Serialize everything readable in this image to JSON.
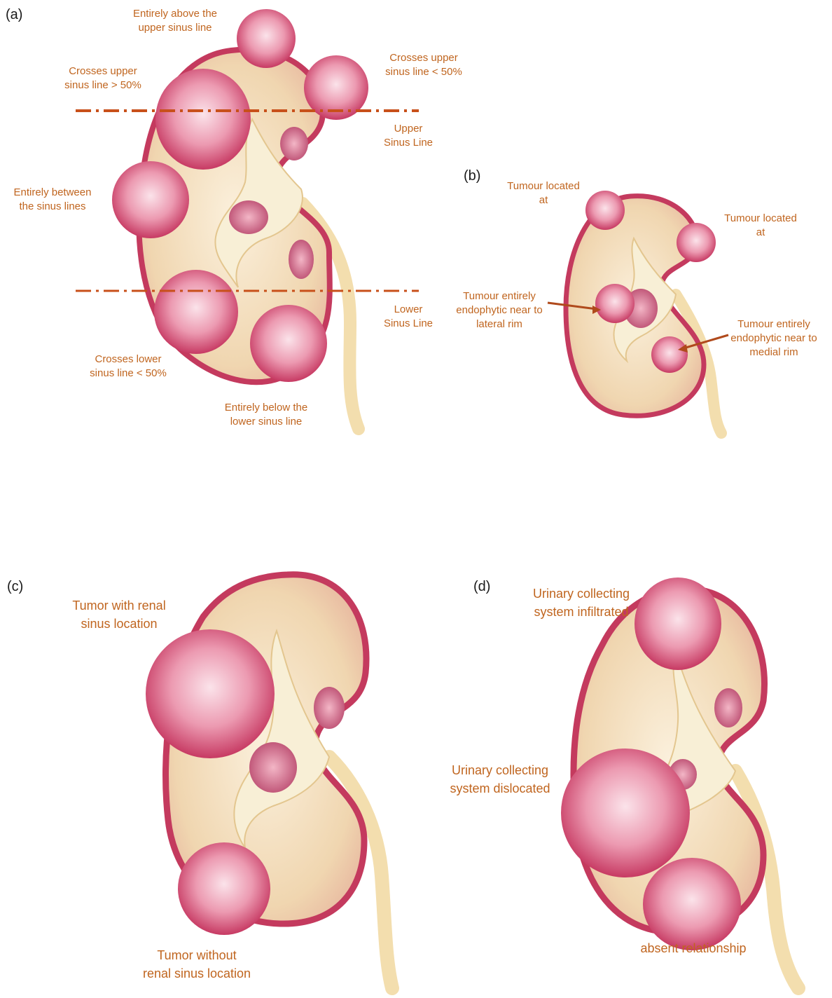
{
  "panels": {
    "a": {
      "letter": "(a)",
      "labels": {
        "above_upper": [
          "Entirely above the",
          "upper sinus line"
        ],
        "crosses_upper_gt": [
          "Crosses upper",
          "sinus line > 50%"
        ],
        "crosses_upper_lt": [
          "Crosses upper",
          "sinus line < 50%"
        ],
        "upper_line": [
          "Upper",
          "Sinus Line"
        ],
        "between": [
          "Entirely between",
          "the sinus lines"
        ],
        "lower_line": [
          "Lower",
          "Sinus Line"
        ],
        "crosses_lower": [
          "Crosses lower",
          "sinus line < 50%"
        ],
        "below_lower": [
          "Entirely below the",
          "lower sinus line"
        ]
      }
    },
    "b": {
      "letter": "(b)",
      "labels": {
        "tumour_at_left": [
          "Tumour located",
          "at"
        ],
        "tumour_at_right": [
          "Tumour located",
          "at"
        ],
        "endophytic_lateral": [
          "Tumour entirely",
          "endophytic near to",
          "lateral rim"
        ],
        "endophytic_medial": [
          "Tumour entirely",
          "endophytic near to",
          "medial rim"
        ]
      }
    },
    "c": {
      "letter": "(c)",
      "labels": {
        "with_sinus": [
          "Tumor with renal",
          "sinus location"
        ],
        "without_sinus": [
          "Tumor without",
          "renal sinus location"
        ]
      }
    },
    "d": {
      "letter": "(d)",
      "labels": {
        "infiltrated": [
          "Urinary collecting",
          "system infiltrated"
        ],
        "dislocated": [
          "Urinary collecting",
          "system dislocated"
        ],
        "absent": [
          "absent relationship"
        ]
      }
    }
  },
  "colors": {
    "label_text": "#c0651f",
    "sinus_line": "#c8501a",
    "tumour": "#d9577a",
    "kidney_rim": "#c43a5e",
    "parenchyma": "#f1d9b8",
    "collecting": "#f8efd6"
  }
}
